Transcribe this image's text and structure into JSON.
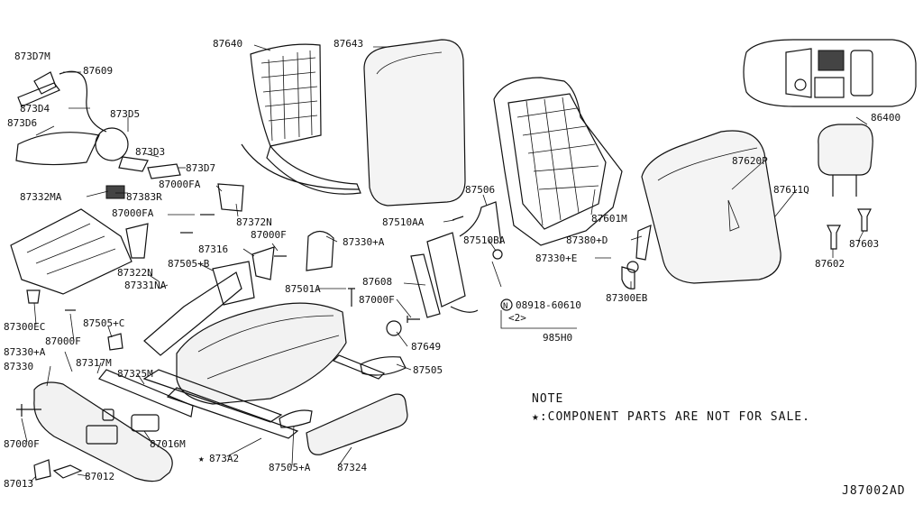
{
  "diagram_code": "J87002AD",
  "note": {
    "title": "NOTE",
    "text": "★:COMPONENT PARTS ARE NOT FOR SALE."
  },
  "labels": [
    "873D7M",
    "87609",
    "873D4",
    "873D5",
    "873D6",
    "873D3",
    "873D7",
    "87332MA",
    "87383R",
    "87000FA",
    "87000FA",
    "87372N",
    "87640",
    "87643",
    "87316",
    "87000F",
    "87330+A",
    "87506",
    "87510AA",
    "87510BA",
    "87601M",
    "87380+D",
    "87330+E",
    "87300EB",
    "87620P",
    "87611Q",
    "86400",
    "87602",
    "87603",
    "87505+B",
    "87322N",
    "87331NA",
    "87300EC",
    "87505+C",
    "87000F",
    "87501A",
    "87608",
    "87000F",
    "08918-60610",
    "<2>",
    "985H0",
    "87649",
    "87330+A",
    "87330",
    "87317M",
    "87325M",
    "87505",
    "87000F",
    "87016M",
    "873A2",
    "87505+A",
    "87324",
    "87013",
    "87012"
  ]
}
